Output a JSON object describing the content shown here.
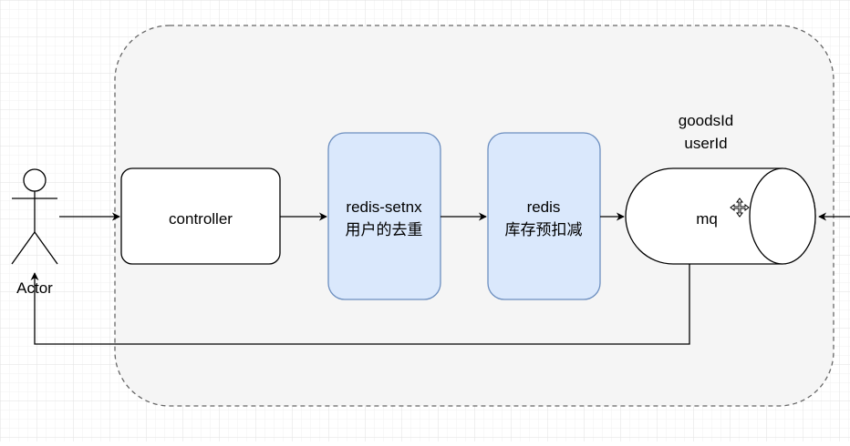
{
  "diagram": {
    "actor": {
      "label": "Actor"
    },
    "nodes": {
      "controller": {
        "label": "controller"
      },
      "setnx": {
        "line1": "redis-setnx",
        "line2": "用户的去重"
      },
      "stock": {
        "line1": "redis",
        "line2": "库存预扣减"
      },
      "mq": {
        "label": "mq",
        "note_line1": "goodsId",
        "note_line2": "userId"
      }
    },
    "colors": {
      "group_fill": "#f5f5f5",
      "group_border": "#666666",
      "node_blue_fill": "#dae8fc",
      "node_blue_border": "#6c8ebf",
      "stroke": "#000000",
      "grid": "#ececec"
    }
  }
}
